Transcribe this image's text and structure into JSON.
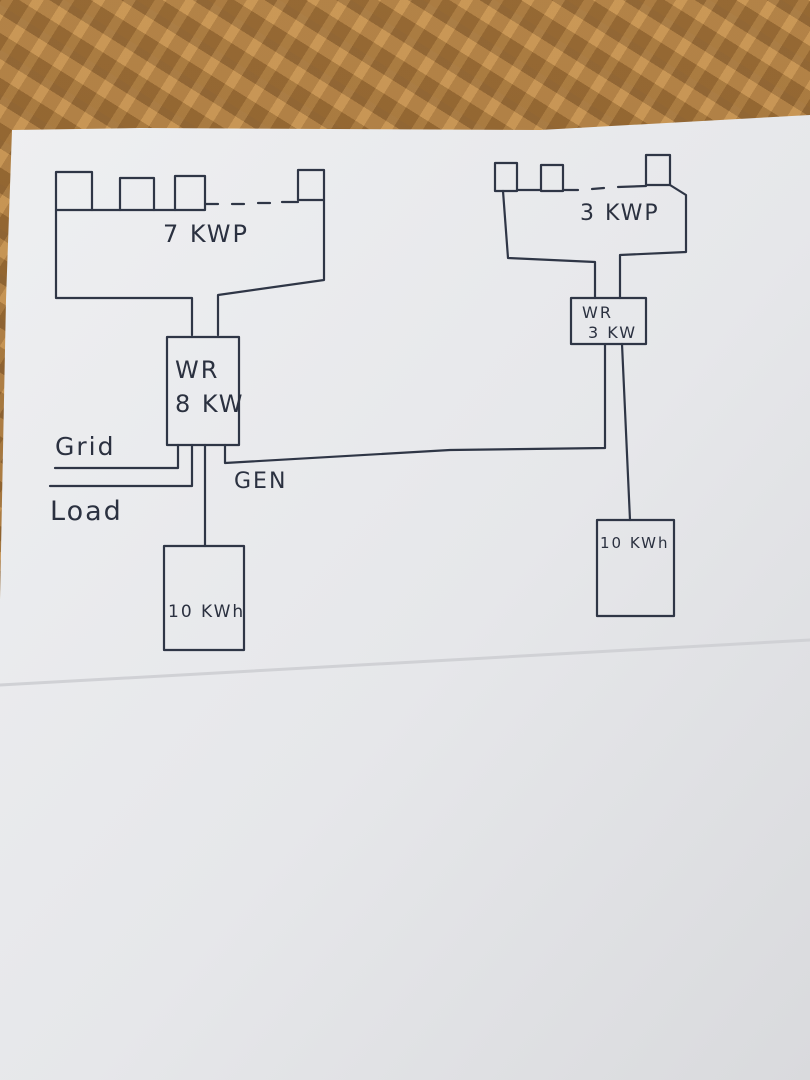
{
  "array_left": {
    "label": "7 KWP"
  },
  "array_right": {
    "label": "3 KWP"
  },
  "inverter_left": {
    "line1": "WR",
    "line2": "8 KW"
  },
  "inverter_right": {
    "line1": "WR",
    "line2": "3 KW"
  },
  "battery_left": {
    "label": "10 KWh"
  },
  "battery_right": {
    "label": "10 KWh"
  },
  "grid": {
    "label": "Grid"
  },
  "load": {
    "label": "Load"
  },
  "gen": {
    "label": "GEN"
  },
  "colors": {
    "ink": "#2f3646",
    "paper": "#ecedef",
    "wood": "#a9793f"
  }
}
